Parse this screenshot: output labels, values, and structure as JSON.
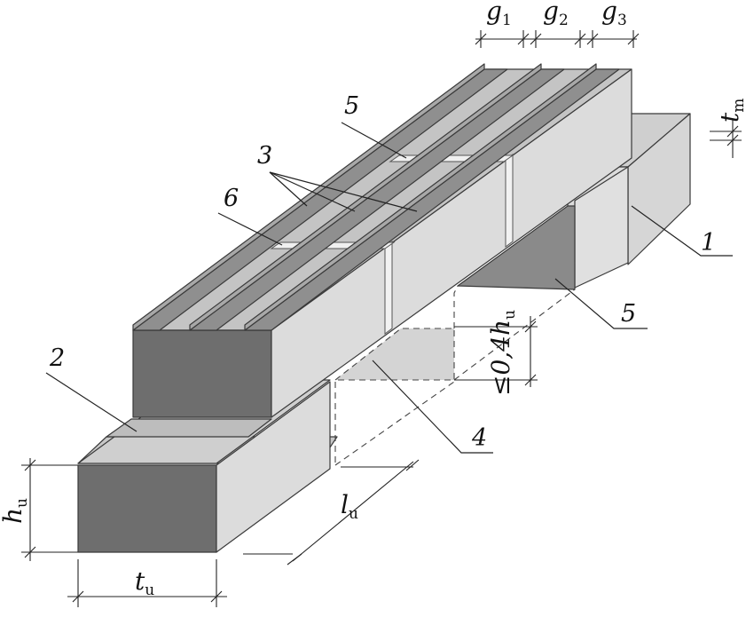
{
  "callouts": {
    "n1": "1",
    "n2": "2",
    "n3": "3",
    "n4": "4",
    "n5_top": "5",
    "n5_right": "5",
    "n6": "6"
  },
  "dimensions": {
    "g1": {
      "symbol": "g",
      "sub": "1"
    },
    "g2": {
      "symbol": "g",
      "sub": "2"
    },
    "g3": {
      "symbol": "g",
      "sub": "3"
    },
    "tm": {
      "symbol": "t",
      "sub": "m"
    },
    "hu": {
      "symbol": "h",
      "sub": "u"
    },
    "tu": {
      "symbol": "t",
      "sub": "u"
    },
    "lu": {
      "symbol": "l",
      "sub": "u"
    },
    "overlap": {
      "prefix": "≤0,4",
      "symbol": "h",
      "sub": "u"
    }
  },
  "colors": {
    "face_front": "#6e6e6e",
    "face_side": "#dcdcdc",
    "face_top": "#c4c4c4",
    "face_shade": "#8a8a8a",
    "strip": "#8f8f8f",
    "strip_top": "#a8a8a8",
    "mortar": "#ededed"
  }
}
